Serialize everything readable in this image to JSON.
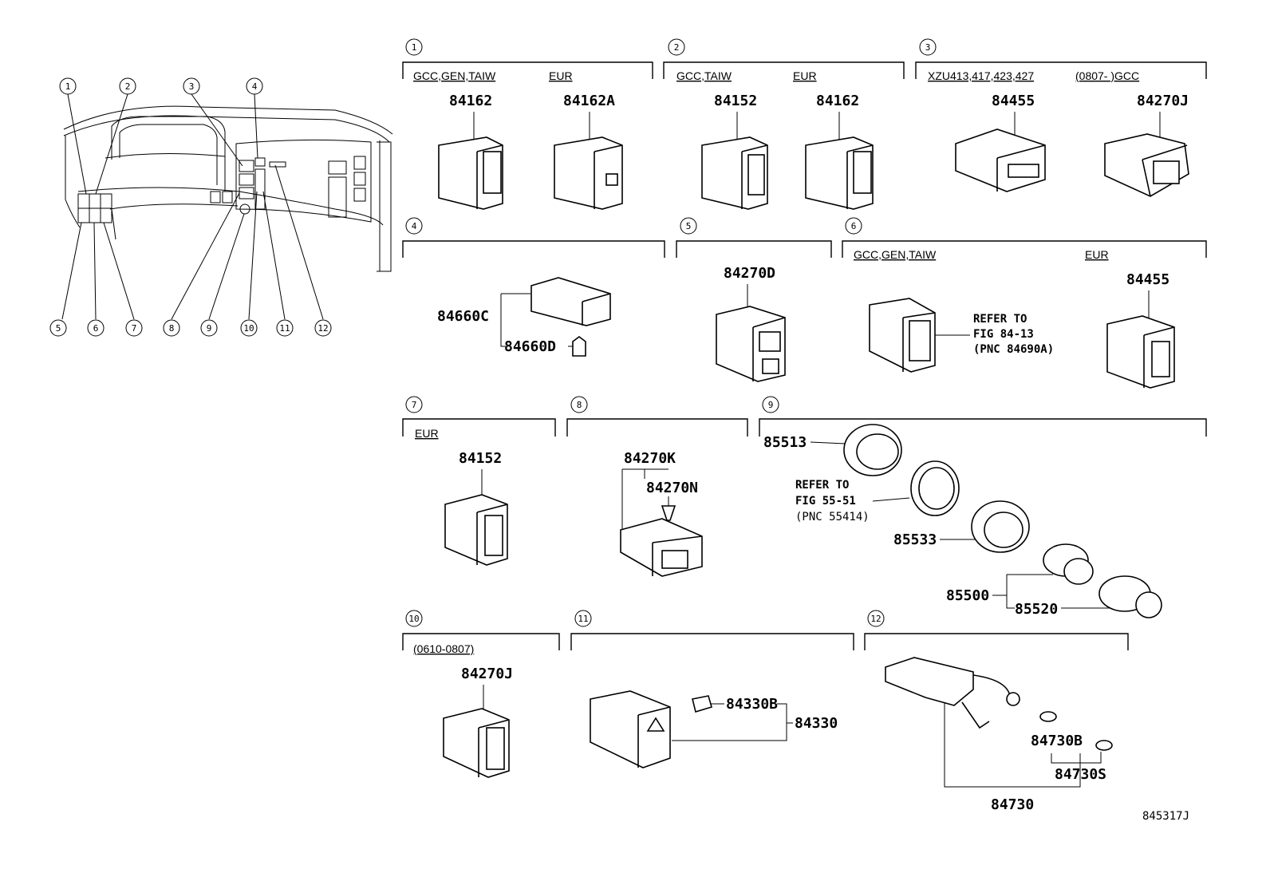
{
  "figure_id": "845317J",
  "overview_callouts": [
    "1",
    "2",
    "3",
    "4",
    "5",
    "6",
    "7",
    "8",
    "9",
    "10",
    "11",
    "12"
  ],
  "sections": [
    {
      "num": "1",
      "conditions": [
        "GCC,GEN,TAIW",
        "EUR"
      ],
      "parts": [
        "84162",
        "84162A"
      ]
    },
    {
      "num": "2",
      "conditions": [
        "GCC,TAIW",
        "EUR"
      ],
      "parts": [
        "84152",
        "84162"
      ]
    },
    {
      "num": "3",
      "conditions": [
        "XZU413,417,423,427",
        "(0807-      )GCC"
      ],
      "parts": [
        "84455",
        "84270J"
      ]
    },
    {
      "num": "4",
      "conditions": [],
      "parts": [
        "84660C",
        "84660D"
      ]
    },
    {
      "num": "5",
      "conditions": [],
      "parts": [
        "84270D"
      ]
    },
    {
      "num": "6",
      "conditions": [
        "GCC,GEN,TAIW",
        "EUR"
      ],
      "parts": [
        "84455"
      ],
      "notes": [
        "REFER TO",
        "FIG 84-13",
        "(PNC 84690A)"
      ]
    },
    {
      "num": "7",
      "conditions": [
        "EUR"
      ],
      "parts": [
        "84152"
      ]
    },
    {
      "num": "8",
      "conditions": [],
      "parts": [
        "84270K",
        "84270N"
      ]
    },
    {
      "num": "9",
      "conditions": [],
      "parts": [
        "85513",
        "85533",
        "85500",
        "85520"
      ],
      "notes": [
        "REFER TO",
        "FIG 55-51",
        "(PNC 55414)"
      ]
    },
    {
      "num": "10",
      "conditions": [
        "(0610-0807)"
      ],
      "parts": [
        "84270J"
      ]
    },
    {
      "num": "11",
      "conditions": [],
      "parts": [
        "84330B",
        "84330"
      ]
    },
    {
      "num": "12",
      "conditions": [],
      "parts": [
        "84730B",
        "84730S",
        "84730"
      ]
    }
  ]
}
